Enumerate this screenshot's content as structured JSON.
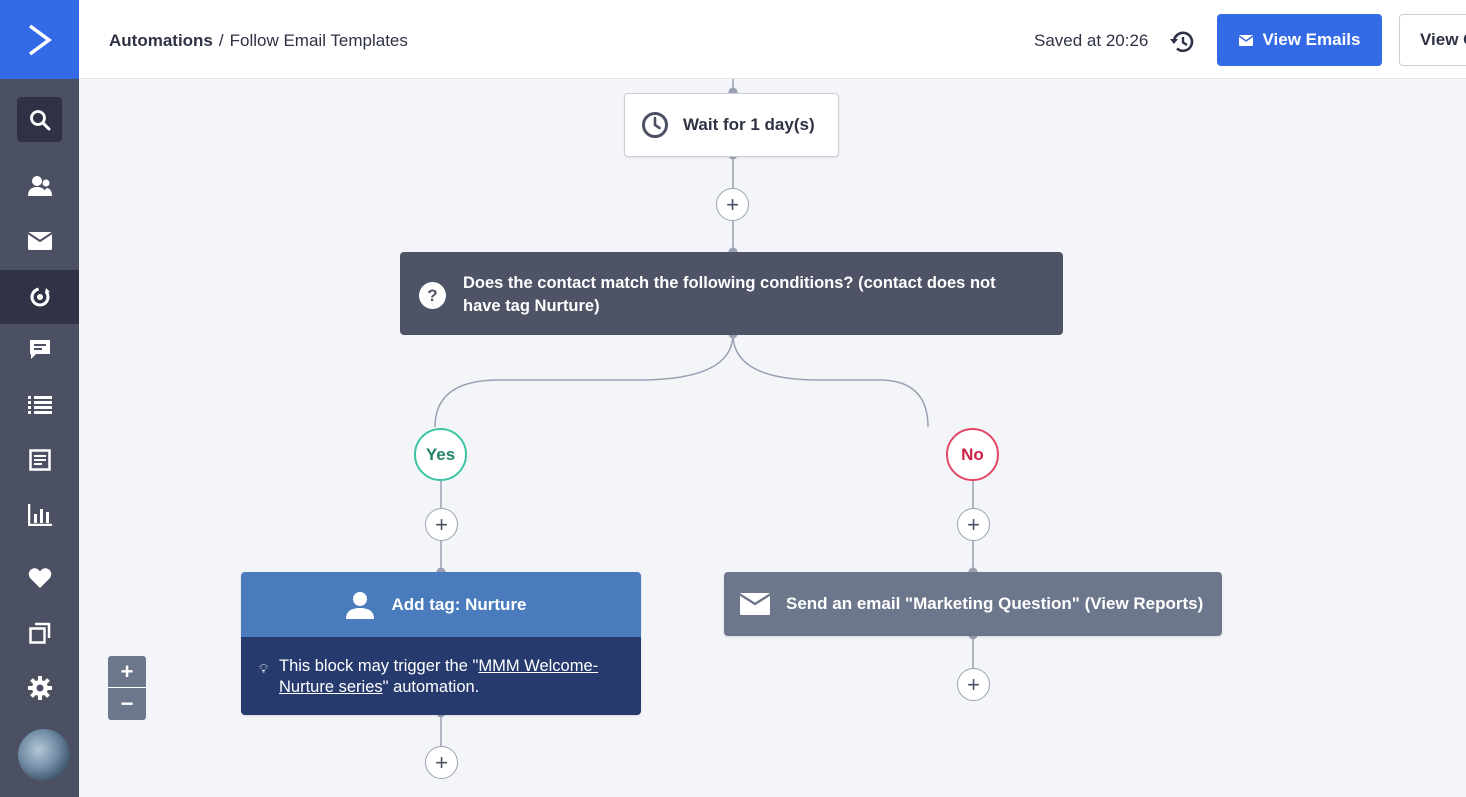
{
  "sidebar": {
    "logo_icon": "activecampaign-logo-icon",
    "search_icon": "search-icon",
    "items": [
      {
        "name": "contacts",
        "icon": "contacts-icon",
        "active": false
      },
      {
        "name": "campaigns",
        "icon": "envelope-icon",
        "active": false
      },
      {
        "name": "automations",
        "icon": "automation-icon",
        "active": true
      },
      {
        "name": "conversations",
        "icon": "chat-icon",
        "active": false
      },
      {
        "name": "lists",
        "icon": "list-icon",
        "active": false
      },
      {
        "name": "site",
        "icon": "document-icon",
        "active": false
      },
      {
        "name": "reports",
        "icon": "bar-chart-icon",
        "active": false
      },
      {
        "name": "favorites",
        "icon": "heart-icon",
        "active": false
      },
      {
        "name": "apps",
        "icon": "windows-icon",
        "active": false
      },
      {
        "name": "settings",
        "icon": "gear-icon",
        "active": false
      }
    ]
  },
  "header": {
    "breadcrumb_parent": "Automations",
    "breadcrumb_separator": "/",
    "breadcrumb_current": "Follow Email Templates",
    "saved_text": "Saved at 20:26",
    "view_emails_label": "View Emails",
    "view_other_label": "View C"
  },
  "workflow": {
    "wait_label": "Wait for 1 day(s)",
    "condition_label": "Does the contact match the following conditions? (contact does not have tag Nurture)",
    "condition_icon_glyph": "?",
    "yes_label": "Yes",
    "no_label": "No",
    "add_tag_label": "Add tag: Nurture",
    "trigger_note_prefix": "This block may trigger the \"",
    "trigger_note_link": "MMM Welcome-Nurture series",
    "trigger_note_suffix": "\" automation.",
    "send_email_label": "Send an email \"Marketing Question\" (View Reports)",
    "plus_glyph": "+"
  },
  "zoom": {
    "in_label": "+",
    "out_label": "−"
  },
  "colors": {
    "primary": "#356ae6",
    "sidebar": "#4b5063",
    "condition": "#4e5366",
    "yes": "#3cc4a5",
    "no": "#e34766",
    "tag_head": "#4a7bbd",
    "tag_body": "#263a6e",
    "email": "#6d778c"
  }
}
